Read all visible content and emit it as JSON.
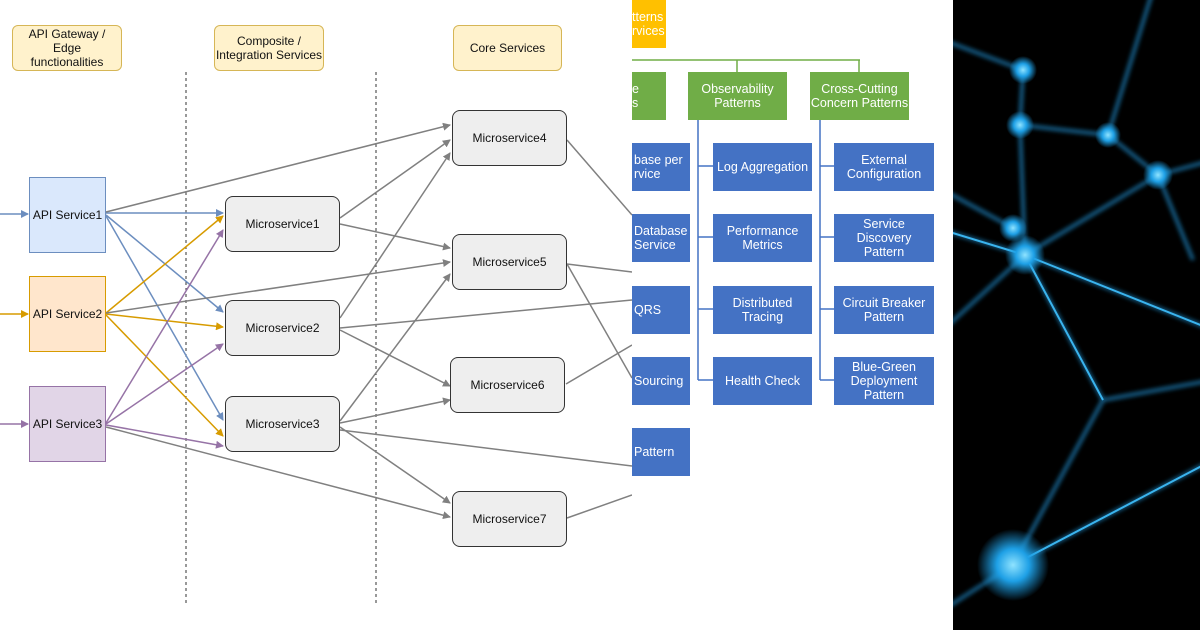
{
  "left_diagram": {
    "headers": {
      "gateway": "API Gateway / Edge\nfunctionalities",
      "composite": "Composite /\nIntegration Services",
      "core": "Core Services"
    },
    "api_services": [
      "API Service1",
      "API Service2",
      "API Service3"
    ],
    "composite_services": [
      "Microservice1",
      "Microservice2",
      "Microservice3"
    ],
    "core_services": [
      "Microservice4",
      "Microservice5",
      "Microservice6",
      "Microservice7"
    ],
    "colors": {
      "api1": "#6c8ebf",
      "api2": "#d79b00",
      "api3": "#9673a6",
      "core_link": "#808080"
    }
  },
  "middle_diagram": {
    "top_label": "tterns\nrvices",
    "categories": {
      "partial": "e\ns",
      "observability": "Observability\nPatterns",
      "cross_cutting": "Cross-Cutting\nConcern Patterns"
    },
    "column1": [
      "base per\nrvice",
      "Database\nService",
      "QRS",
      "Sourcing",
      "Pattern"
    ],
    "observability": [
      "Log Aggregation",
      "Performance\nMetrics",
      "Distributed\nTracing",
      "Health Check"
    ],
    "cross_cutting": [
      "External\nConfiguration",
      "Service Discovery\nPattern",
      "Circuit Breaker\nPattern",
      "Blue-Green\nDeployment\nPattern"
    ],
    "colors": {
      "pattern_box": "#4472c4",
      "category_box": "#70ad47",
      "root_box": "#ffc000"
    }
  },
  "right_image": {
    "description_icon": "network-nodes-image",
    "accent": "#1ea0e6"
  }
}
